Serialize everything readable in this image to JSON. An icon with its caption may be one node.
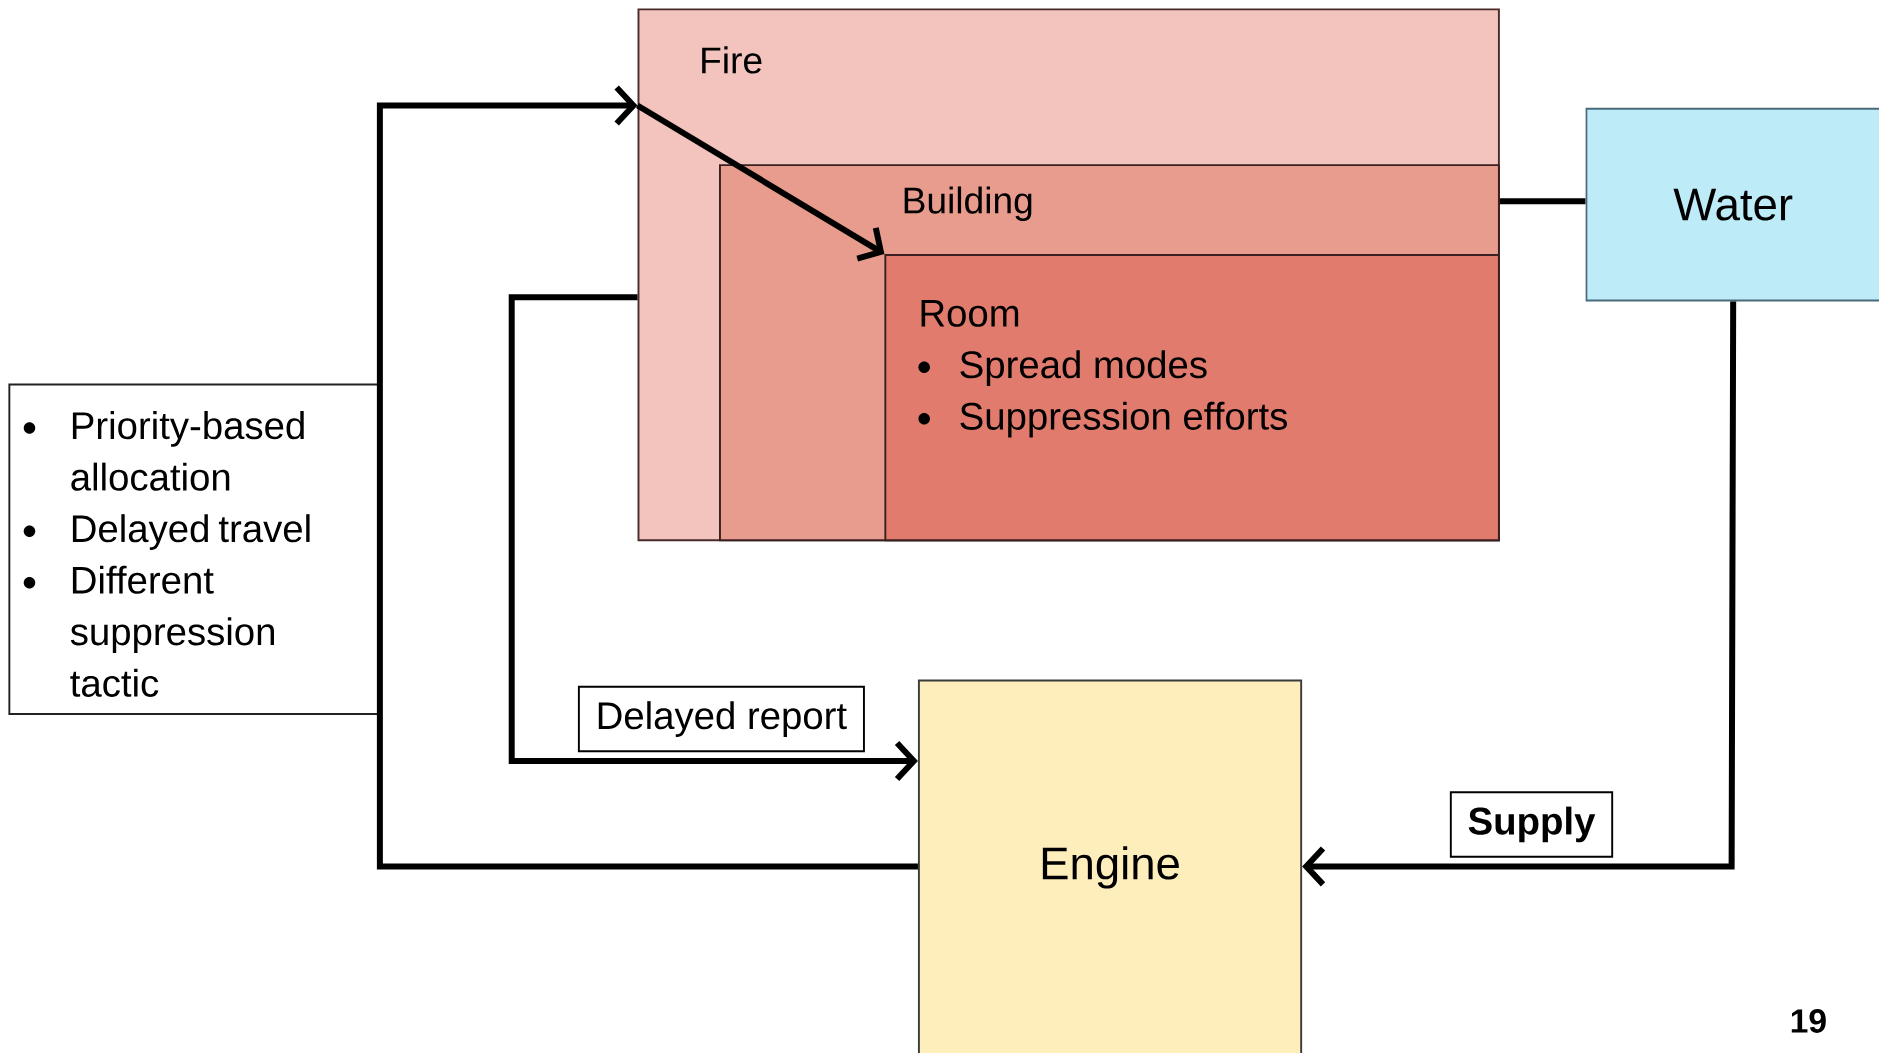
{
  "diagram": {
    "nodes": [
      {
        "text": [
          "Fire"
        ]
      },
      {
        "text": [
          "Building"
        ],
        "in": 0
      },
      {
        "text": [
          "Room",
          "Spread modes",
          "Suppression efforts"
        ],
        "in": 1
      },
      {
        "text": [
          "Water"
        ]
      },
      {
        "text": [
          "Engine"
        ]
      },
      {
        "text": [
          "Priority-based allocation",
          "Delayed travel",
          "Different suppression tactic"
        ]
      }
    ],
    "edges": [
      {
        "from": 0,
        "to": 4,
        "arrow": "to",
        "label": "Delayed report"
      },
      {
        "from": 4,
        "to": 0,
        "arrow": "to"
      },
      {
        "from": 0,
        "to": 2,
        "arrow": "to"
      },
      {
        "from": 1,
        "to": 3,
        "arrow": "none"
      },
      {
        "from": 3,
        "to": 4,
        "arrow": "to",
        "label": "Supply"
      }
    ],
    "labels": [
      "19"
    ]
  }
}
